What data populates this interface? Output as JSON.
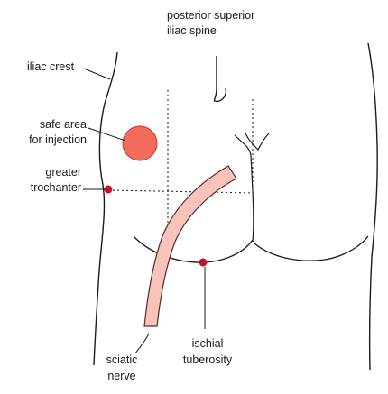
{
  "labels": {
    "psis_line1": "posterior superior",
    "psis_line2": "iliac spine",
    "iliac_crest": "iliac crest",
    "safe_area_line1": "safe area",
    "safe_area_line2": "for injection",
    "greater_troch_line1": "greater",
    "greater_troch_line2": "trochanter",
    "sciatic_line1": "sciatic",
    "sciatic_line2": "nerve",
    "ischial_line1": "ischial",
    "ischial_line2": "tuberosity"
  },
  "colors": {
    "outline": "#1a1a1a",
    "safe_area_fill": "#f26b5b",
    "safe_area_stroke": "#c0392b",
    "nerve_fill": "#f7c3bb",
    "nerve_stroke": "#5a2a24",
    "landmark_dot": "#c8102e"
  }
}
